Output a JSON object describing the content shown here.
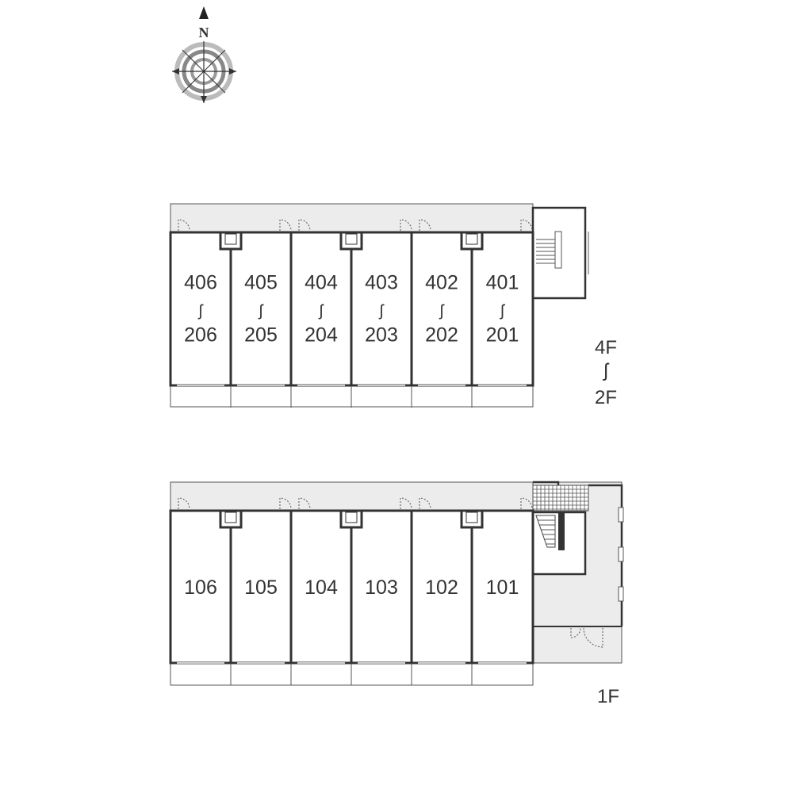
{
  "compass": {
    "north_letter": "N"
  },
  "upper_block": {
    "floor_label_top": "4F",
    "floor_label_range": "ʃ",
    "floor_label_bottom": "2F",
    "units": [
      {
        "top": "406",
        "sep": "ʃ",
        "bottom": "206"
      },
      {
        "top": "405",
        "sep": "ʃ",
        "bottom": "205"
      },
      {
        "top": "404",
        "sep": "ʃ",
        "bottom": "204"
      },
      {
        "top": "403",
        "sep": "ʃ",
        "bottom": "203"
      },
      {
        "top": "402",
        "sep": "ʃ",
        "bottom": "202"
      },
      {
        "top": "401",
        "sep": "ʃ",
        "bottom": "201"
      }
    ]
  },
  "lower_block": {
    "floor_label": "1F",
    "units": [
      "106",
      "105",
      "104",
      "103",
      "102",
      "101"
    ]
  }
}
